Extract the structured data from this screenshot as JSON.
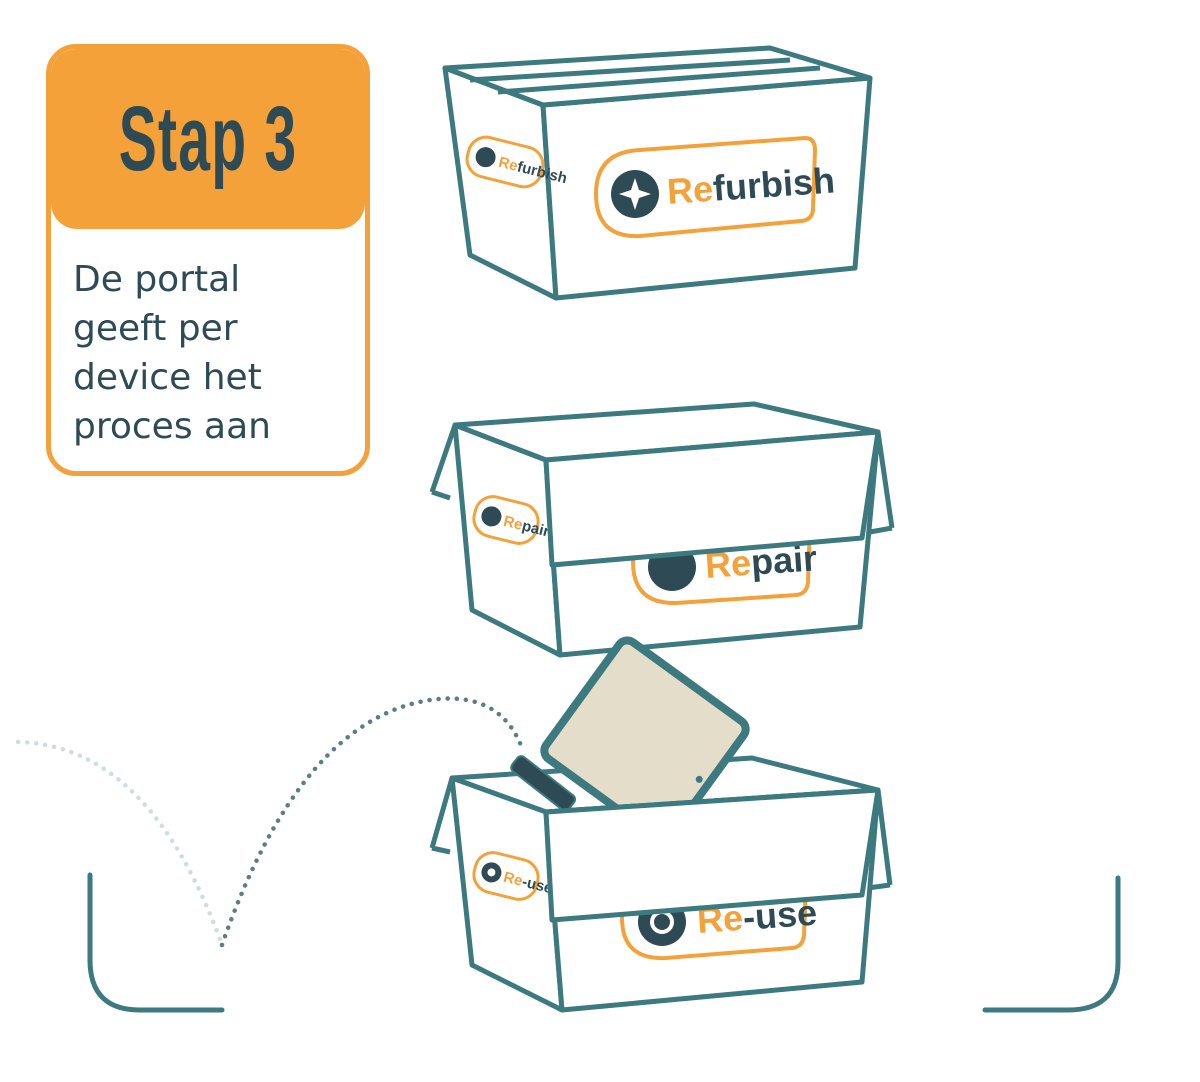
{
  "card": {
    "title": "Stap 3",
    "description": "De portal geeft per device het proces aan"
  },
  "boxes": {
    "refurbish": {
      "prefix": "Re",
      "suffix": "furbish"
    },
    "repair": {
      "prefix": "Re",
      "suffix": "pair"
    },
    "reuse": {
      "prefix": "Re",
      "suffix": "-use"
    }
  },
  "colors": {
    "teal": "#3c7a80",
    "dark": "#2e4b55",
    "orange": "#f5a13a",
    "screen": "#e4ddca"
  }
}
